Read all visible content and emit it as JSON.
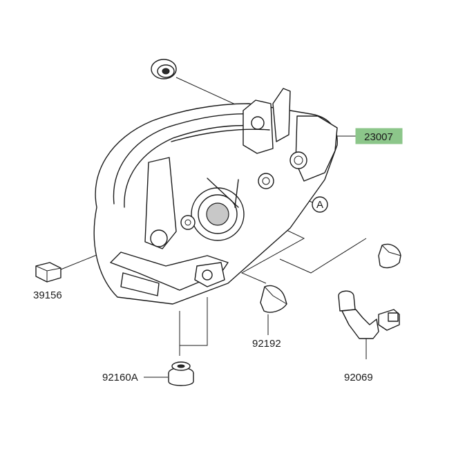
{
  "diagram": {
    "highlight_color": "#8cc68a",
    "labels": {
      "headlight_assembly": "23007",
      "cushion": "39156",
      "bulb_socket_cover": "92192",
      "grommet": "92160A",
      "bulb": "92069",
      "callout_a": "A"
    }
  }
}
